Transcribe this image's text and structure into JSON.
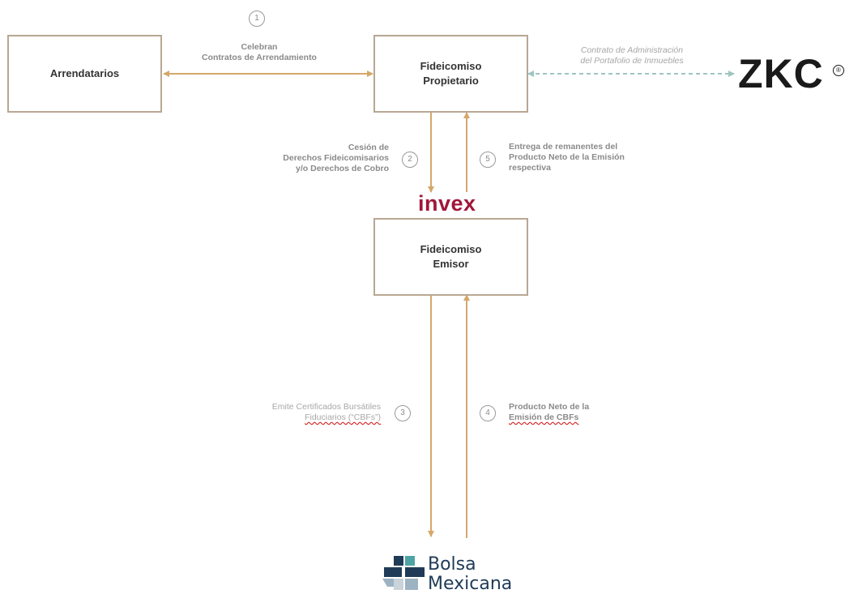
{
  "nodes": {
    "arrendatarios": "Arrendatarios",
    "fideicomiso_propietario": [
      "Fideicomiso",
      "Propietario"
    ],
    "fideicomiso_emisor": [
      "Fideicomiso",
      "Emisor"
    ]
  },
  "logos": {
    "zkc": "ZKC",
    "zkc_registered": "®",
    "invex": "invex",
    "bmv": [
      "Bolsa",
      "Mexicana"
    ]
  },
  "steps": [
    {
      "number": "1",
      "lines": [
        "Celebran",
        "Contratos de Arrendamiento"
      ]
    },
    {
      "number": "2",
      "lines": [
        "Cesión de",
        "Derechos Fideicomisarios",
        "y/o Derechos de Cobro"
      ]
    },
    {
      "number": "3",
      "lines": [
        "Emite Certificados Bursátiles",
        "Fiduciarios (“CBFs”)"
      ]
    },
    {
      "number": "4",
      "lines": [
        "Producto Neto de la",
        "Emisión de CBFs"
      ]
    },
    {
      "number": "5",
      "lines": [
        "Entrega de remanentes del",
        "Producto Neto de la Emisión",
        "respectiva"
      ]
    }
  ],
  "admin_contract": [
    "Contrato de Administración",
    "del Portafolio de Inmuebles"
  ],
  "colors": {
    "arrow": "#d4a86a",
    "dashed_arrow": "#9ec5c2",
    "box_border": "#b8a793",
    "invex": "#a0163a",
    "bmv_blue": "#1f3b57",
    "bmv_teal": "#4fa3a5"
  }
}
